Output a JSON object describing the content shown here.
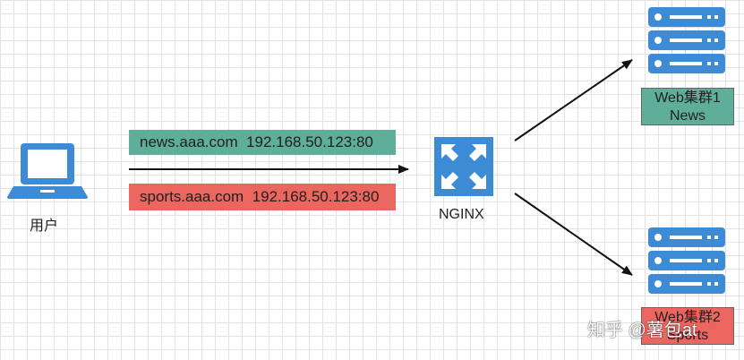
{
  "colors": {
    "green": "#5fae9a",
    "red": "#ec6660",
    "blue": "#3d8bd4",
    "arrow": "#111111"
  },
  "user": {
    "label": "用户",
    "icon": "laptop-icon"
  },
  "requests": {
    "news": "news.aaa.com  192.168.50.123:80",
    "sports": "sports.aaa.com  192.168.50.123:80"
  },
  "nginx": {
    "label": "NGINX",
    "icon": "expand-arrows-icon"
  },
  "clusters": [
    {
      "line1": "Web集群1",
      "line2": "News",
      "icon": "server-stack-icon"
    },
    {
      "line1": "Web集群2",
      "line2": "Sports",
      "icon": "server-stack-icon"
    }
  ],
  "watermark": "知乎 @薯包at"
}
